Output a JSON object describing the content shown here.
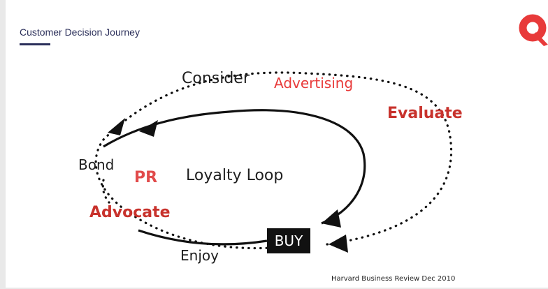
{
  "header": {
    "title": "Customer Decision Journey"
  },
  "logo": {
    "icon": "q-logo-icon",
    "color": "#e83a3a"
  },
  "diagram": {
    "labels": {
      "consider": "Consider",
      "advertising": "Advertising",
      "evaluate": "Evaluate",
      "bond": "Bond",
      "pr": "PR",
      "loyalty_loop": "Loyalty Loop",
      "advocate": "Advocate",
      "buy": "BUY",
      "enjoy": "Enjoy"
    },
    "colors": {
      "stage_red": "#c8322c",
      "line": "#111111"
    }
  },
  "footer": {
    "citation": "Harvard Business Review Dec 2010"
  }
}
